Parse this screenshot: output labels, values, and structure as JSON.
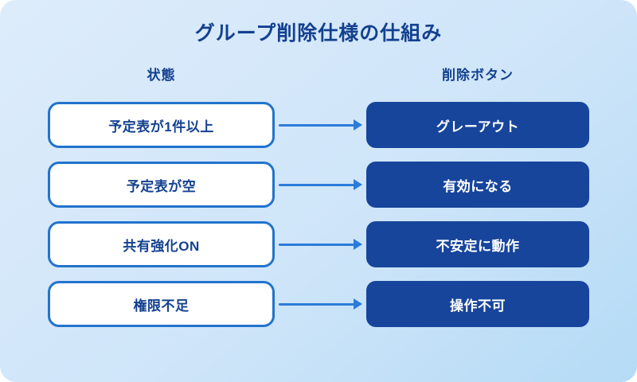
{
  "title": "グループ削除仕様の仕組み",
  "columns": {
    "state_header": "状態",
    "button_header": "削除ボタン"
  },
  "rows": [
    {
      "state": "予定表が1件以上",
      "result": "グレーアウト"
    },
    {
      "state": "予定表が空",
      "result": "有効になる"
    },
    {
      "state": "共有強化ON",
      "result": "不安定に動作"
    },
    {
      "state": "権限不足",
      "result": "操作不可"
    }
  ],
  "colors": {
    "background_top": "#ddecfb",
    "background_bottom": "#b5dbf6",
    "title_text": "#14418f",
    "state_box_border": "#2273cd",
    "state_box_bg": "#ffffff",
    "result_box_bg": "#17459c",
    "result_box_text": "#ffffff",
    "arrow": "#2b7cd9"
  }
}
